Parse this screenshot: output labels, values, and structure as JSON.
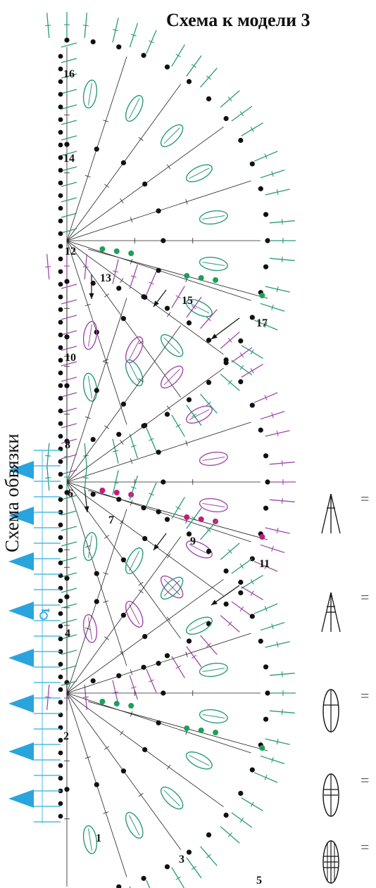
{
  "title": "Схема к модели 3",
  "side_caption": "Схема обвязки",
  "border_marker": "1",
  "row_labels": [
    "16",
    "14",
    "12",
    "13",
    "15",
    "17",
    "10",
    "8",
    "6",
    "7",
    "9",
    "11",
    "4",
    "2",
    "1",
    "3",
    "5"
  ],
  "legend_equals": [
    "=",
    "=",
    "=",
    "=",
    "="
  ],
  "legend_symbols": [
    "dc3tog-cluster-symbol",
    "dc3tog-cluster-crossed-symbol",
    "puff-oval-1bar-symbol",
    "puff-oval-2bar-symbol",
    "puff-oval-3bar-symbol"
  ],
  "colors": {
    "chain": "#111111",
    "green_stitches": "#2a9a7a",
    "green_dots": "#1aa05a",
    "purple_stitches": "#a04aa8",
    "magenta_dots": "#c8187a",
    "blue_arrows": "#2aa4dc",
    "blue_lines": "#4dbde0"
  }
}
